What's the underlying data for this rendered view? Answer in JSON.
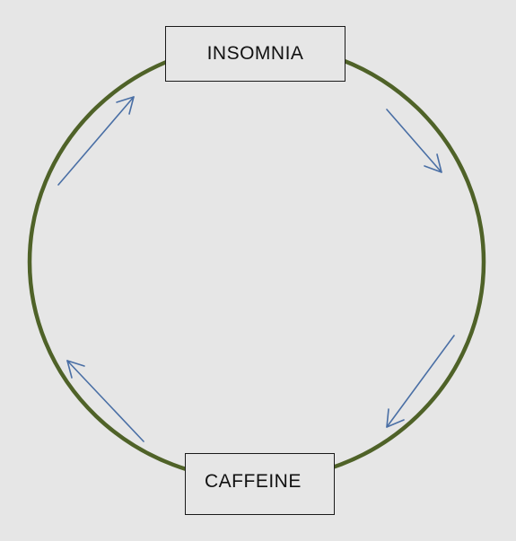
{
  "diagram": {
    "nodes": [
      {
        "id": "top",
        "label": "INSOMNIA"
      },
      {
        "id": "bottom",
        "label": "CAFFEINE"
      }
    ],
    "cycle": {
      "direction": "clockwise",
      "arrows": [
        "top-right",
        "bottom-right",
        "bottom-left",
        "top-left"
      ]
    },
    "colors": {
      "background": "#e6e6e6",
      "circle": "#4f6228",
      "arrow": "#4a6fa5",
      "box_fill": "#e6e6e6",
      "box_border": "#1a1a1a",
      "text": "#111111"
    }
  }
}
